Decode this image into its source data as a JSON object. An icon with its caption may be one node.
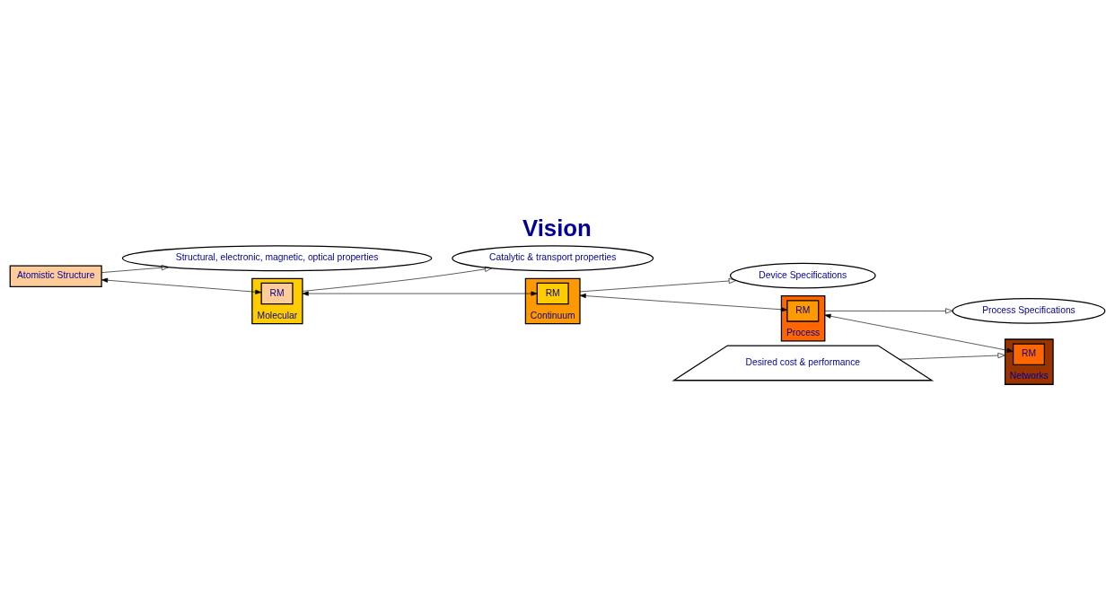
{
  "diagram": {
    "title": "Vision",
    "nodes": [
      {
        "text": [
          "Atomistic Structure"
        ]
      },
      {
        "text": [
          "Structural, electronic, magnetic, optical properties"
        ]
      },
      {
        "text": [
          "Molecular"
        ]
      },
      {
        "text": [
          "RM"
        ],
        "in": 2
      },
      {
        "text": [
          "Catalytic & transport properties"
        ]
      },
      {
        "text": [
          "Continuum"
        ]
      },
      {
        "text": [
          "RM"
        ],
        "in": 5
      },
      {
        "text": [
          "Device Specifications"
        ]
      },
      {
        "text": [
          "Process"
        ]
      },
      {
        "text": [
          "RM"
        ],
        "in": 8
      },
      {
        "text": [
          "Process Specifications"
        ]
      },
      {
        "text": [
          "Networks"
        ]
      },
      {
        "text": [
          "RM"
        ],
        "in": 11
      },
      {
        "text": [
          "Desired cost & performance"
        ]
      }
    ],
    "edges": [
      {
        "from": 0,
        "to": 3,
        "arrow": "both"
      },
      {
        "from": 2,
        "to": 6,
        "arrow": "both"
      },
      {
        "from": 5,
        "to": 9,
        "arrow": "both"
      },
      {
        "from": 8,
        "to": 12,
        "arrow": "both"
      },
      {
        "from": 0,
        "to": 1,
        "arrow": "to"
      },
      {
        "from": 2,
        "to": 4,
        "arrow": "to"
      },
      {
        "from": 5,
        "to": 7,
        "arrow": "to"
      },
      {
        "from": 8,
        "to": 10,
        "arrow": "to"
      },
      {
        "from": 13,
        "to": 11,
        "arrow": "to"
      }
    ]
  }
}
